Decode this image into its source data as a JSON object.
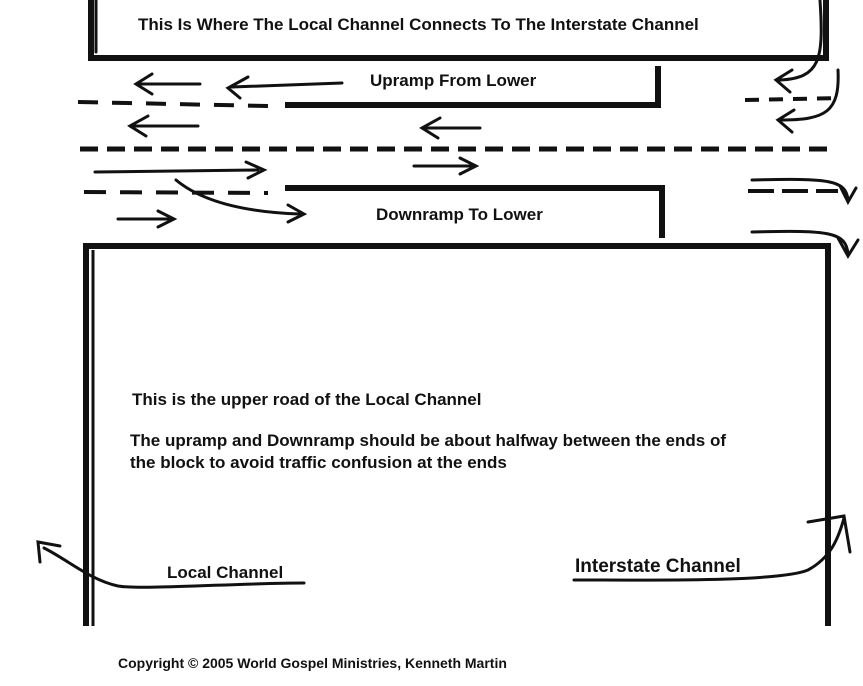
{
  "diagram": {
    "title": "This Is Where The Local Channel Connects To The Interstate Channel",
    "upramp_label": "Upramp From Lower",
    "downramp_label": "Downramp To Lower",
    "block_text_1": "This is the upper road of the Local Channel",
    "block_text_2": "The upramp and Downramp should be about halfway between the ends of the block to avoid traffic confusion at the ends",
    "local_channel_label": "Local Channel",
    "interstate_channel_label": "Interstate Channel",
    "copyright": "Copyright © 2005 World Gospel Ministries, Kenneth Martin",
    "colors": {
      "ink": "#000000",
      "background": "#ffffff"
    }
  }
}
